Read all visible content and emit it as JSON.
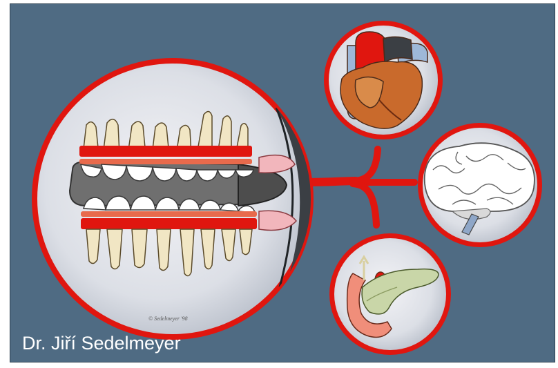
{
  "caption": {
    "author": "Dr. Jiří Sedelmeyer"
  },
  "artwork": {
    "signature": "© Sedelmeyer '98",
    "background_color": "#4f6b83",
    "accent_color": "#e0160f",
    "organs": [
      "teeth-and-gums",
      "heart",
      "brain",
      "pancreas"
    ]
  }
}
